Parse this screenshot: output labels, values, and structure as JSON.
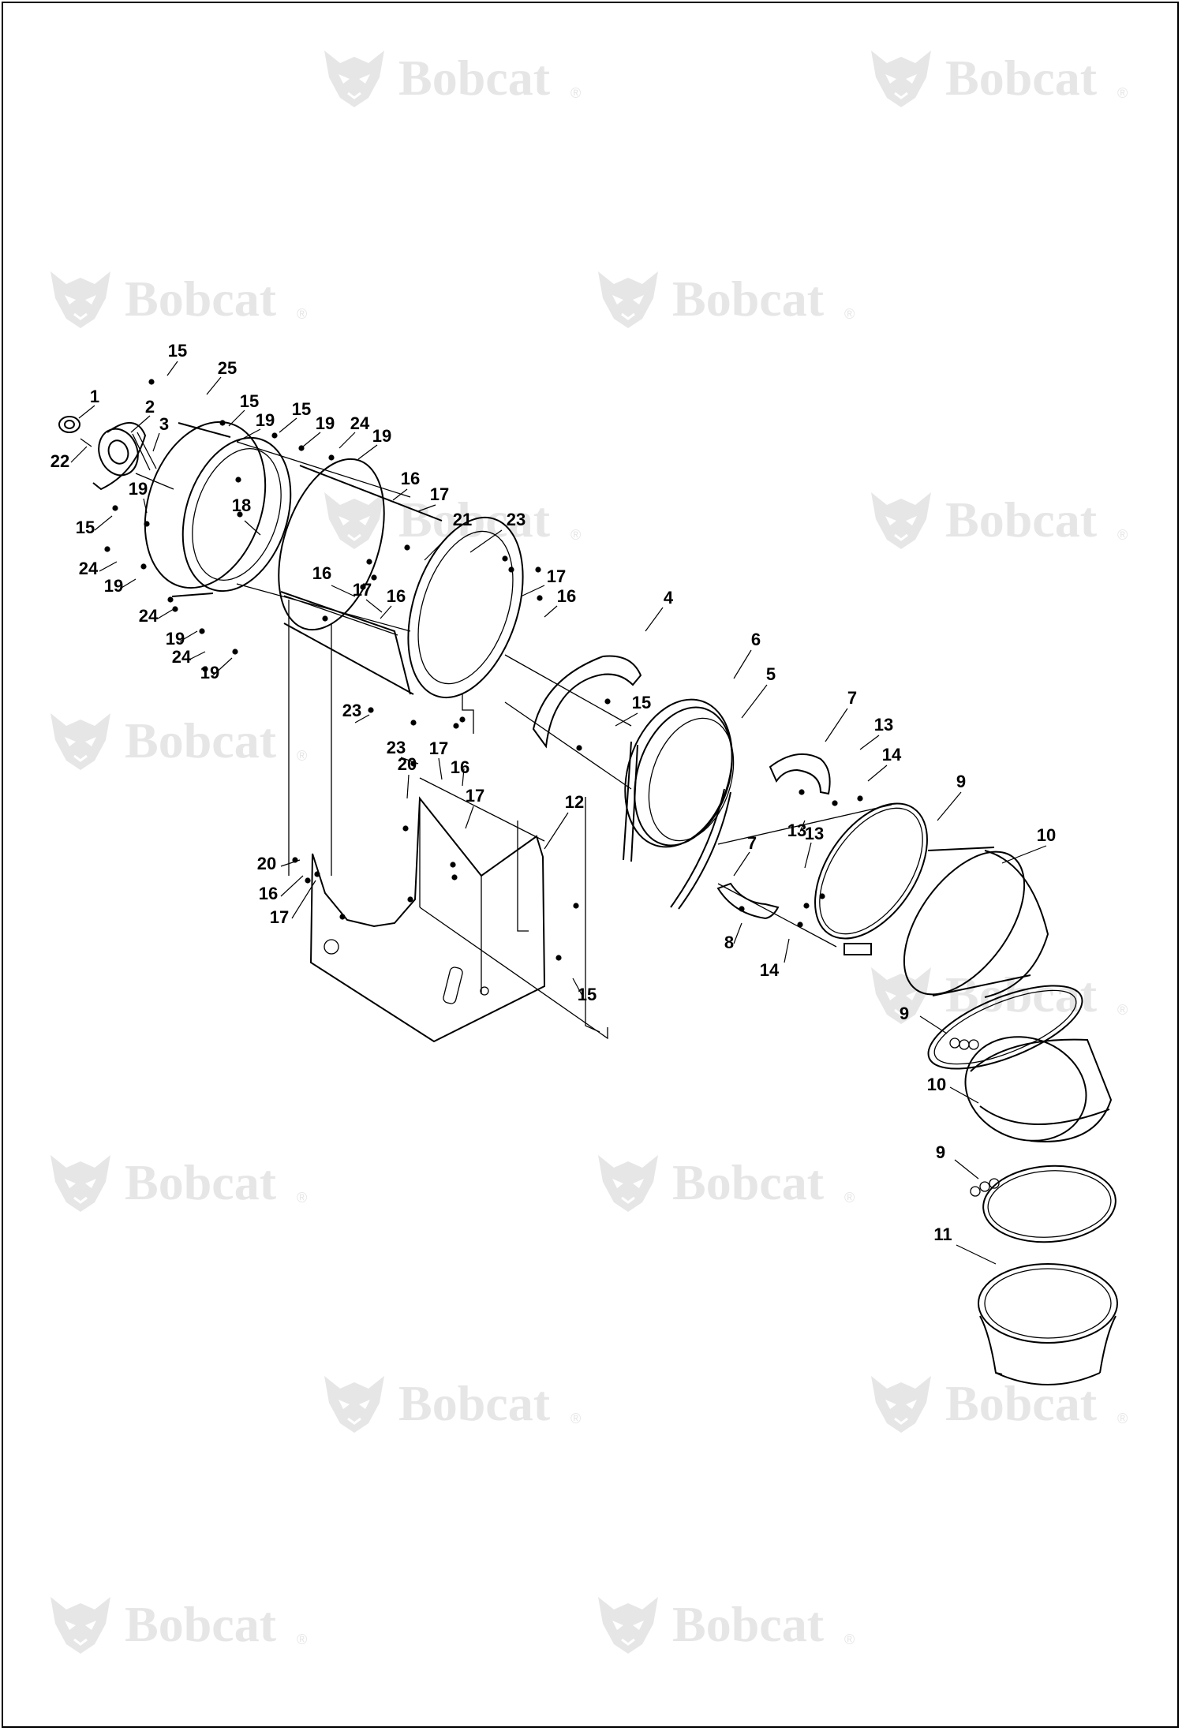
{
  "diagram": {
    "watermark": {
      "brand": "Bobcat",
      "registered": "®"
    },
    "callouts": [
      {
        "label": "1"
      },
      {
        "label": "2"
      },
      {
        "label": "3"
      },
      {
        "label": "22"
      },
      {
        "label": "15"
      },
      {
        "label": "25"
      },
      {
        "label": "15"
      },
      {
        "label": "19"
      },
      {
        "label": "15"
      },
      {
        "label": "19"
      },
      {
        "label": "24"
      },
      {
        "label": "19"
      },
      {
        "label": "19"
      },
      {
        "label": "15"
      },
      {
        "label": "24"
      },
      {
        "label": "19"
      },
      {
        "label": "24"
      },
      {
        "label": "19"
      },
      {
        "label": "24"
      },
      {
        "label": "19"
      },
      {
        "label": "18"
      },
      {
        "label": "16"
      },
      {
        "label": "17"
      },
      {
        "label": "21"
      },
      {
        "label": "23"
      },
      {
        "label": "16"
      },
      {
        "label": "17"
      },
      {
        "label": "16"
      },
      {
        "label": "17"
      },
      {
        "label": "16"
      },
      {
        "label": "23"
      },
      {
        "label": "23"
      },
      {
        "label": "17"
      },
      {
        "label": "16"
      },
      {
        "label": "20"
      },
      {
        "label": "17"
      },
      {
        "label": "20"
      },
      {
        "label": "16"
      },
      {
        "label": "17"
      },
      {
        "label": "12"
      },
      {
        "label": "15"
      },
      {
        "label": "4"
      },
      {
        "label": "15"
      },
      {
        "label": "6"
      },
      {
        "label": "5"
      },
      {
        "label": "7"
      },
      {
        "label": "13"
      },
      {
        "label": "14"
      },
      {
        "label": "13"
      },
      {
        "label": "7"
      },
      {
        "label": "13"
      },
      {
        "label": "8"
      },
      {
        "label": "14"
      },
      {
        "label": "9"
      },
      {
        "label": "10"
      },
      {
        "label": "9"
      },
      {
        "label": "10"
      },
      {
        "label": "9"
      },
      {
        "label": "11"
      }
    ]
  }
}
